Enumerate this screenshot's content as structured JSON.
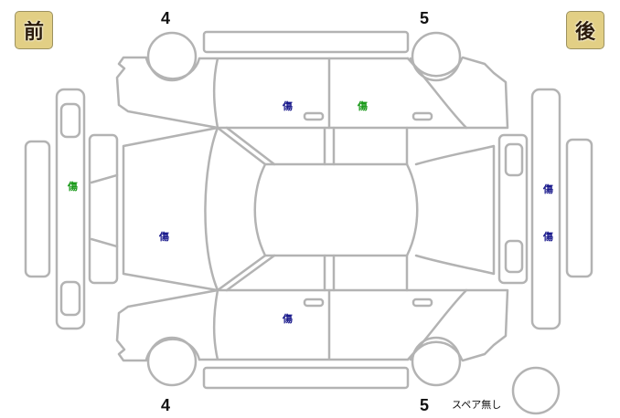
{
  "labels": {
    "front": "前",
    "rear": "後",
    "spare": "スペア無し"
  },
  "tire_grades": {
    "front_left": "4",
    "rear_left": "5",
    "front_right": "4",
    "rear_right": "5"
  },
  "damage_marks": [
    {
      "panel": "front-door-left",
      "text": "傷",
      "color": "#1a1a8c"
    },
    {
      "panel": "rear-door-left",
      "text": "傷",
      "color": "#1a9a1a"
    },
    {
      "panel": "front-bumper",
      "text": "傷",
      "color": "#1a9a1a"
    },
    {
      "panel": "hood",
      "text": "傷",
      "color": "#1a1a8c"
    },
    {
      "panel": "rear-bumper-upper",
      "text": "傷",
      "color": "#1a1a8c"
    },
    {
      "panel": "rear-bumper-lower",
      "text": "傷",
      "color": "#1a1a8c"
    },
    {
      "panel": "front-door-right",
      "text": "傷",
      "color": "#1a1a8c"
    }
  ],
  "colors": {
    "badge": "#e2cf85",
    "outline": "#b3b3b3"
  }
}
